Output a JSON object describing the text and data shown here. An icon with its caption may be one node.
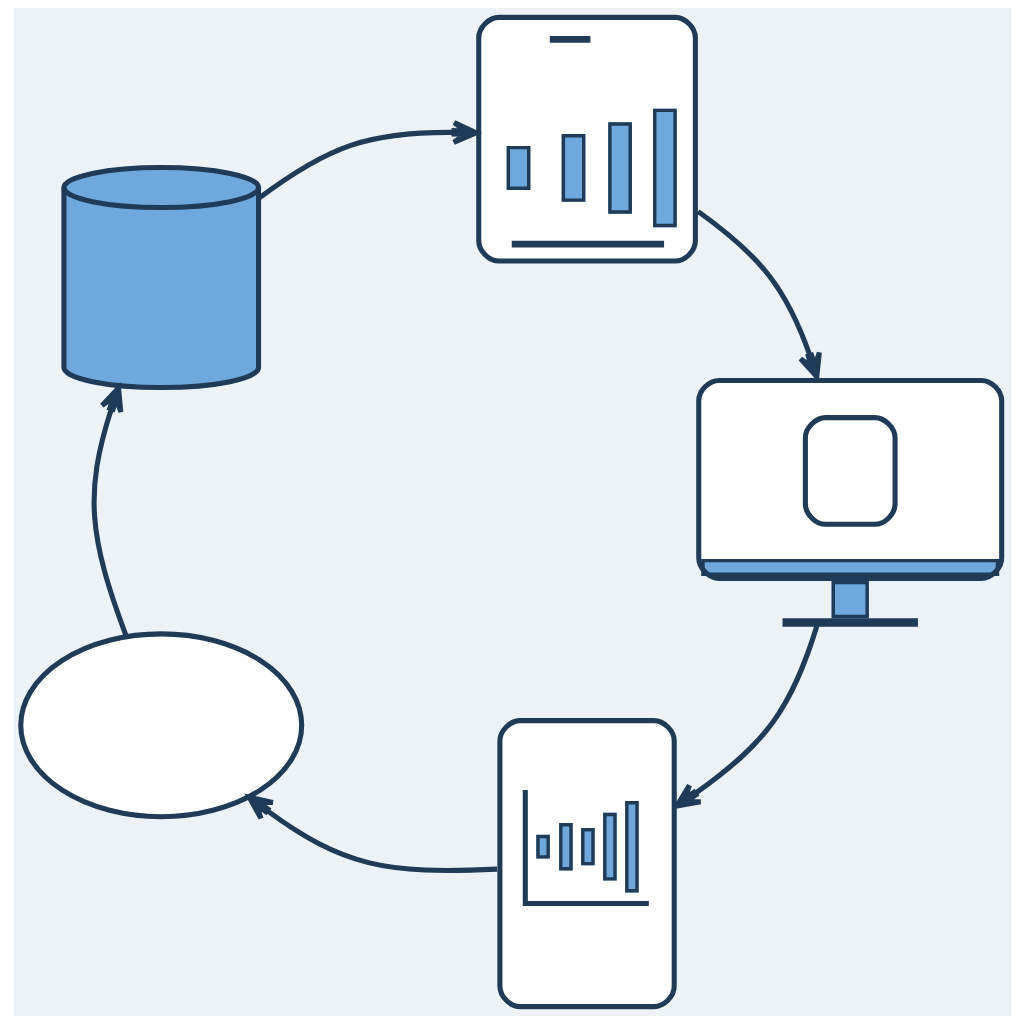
{
  "diagram": {
    "nodes": [
      {
        "text": [],
        "shape": "cylinder"
      },
      {
        "text": [],
        "shape": "picture"
      },
      {
        "text": [],
        "shape": "picture"
      },
      {
        "text": [],
        "shape": "picture"
      },
      {
        "text": [],
        "shape": "cloud"
      }
    ],
    "edges": [
      {
        "from": 0,
        "to": 1,
        "arrow": "to"
      },
      {
        "from": 1,
        "to": 2,
        "arrow": "to"
      },
      {
        "from": 2,
        "to": 3,
        "arrow": "to"
      },
      {
        "from": 3,
        "to": 4,
        "arrow": "to"
      },
      {
        "from": 4,
        "to": 0,
        "arrow": "to"
      }
    ]
  }
}
